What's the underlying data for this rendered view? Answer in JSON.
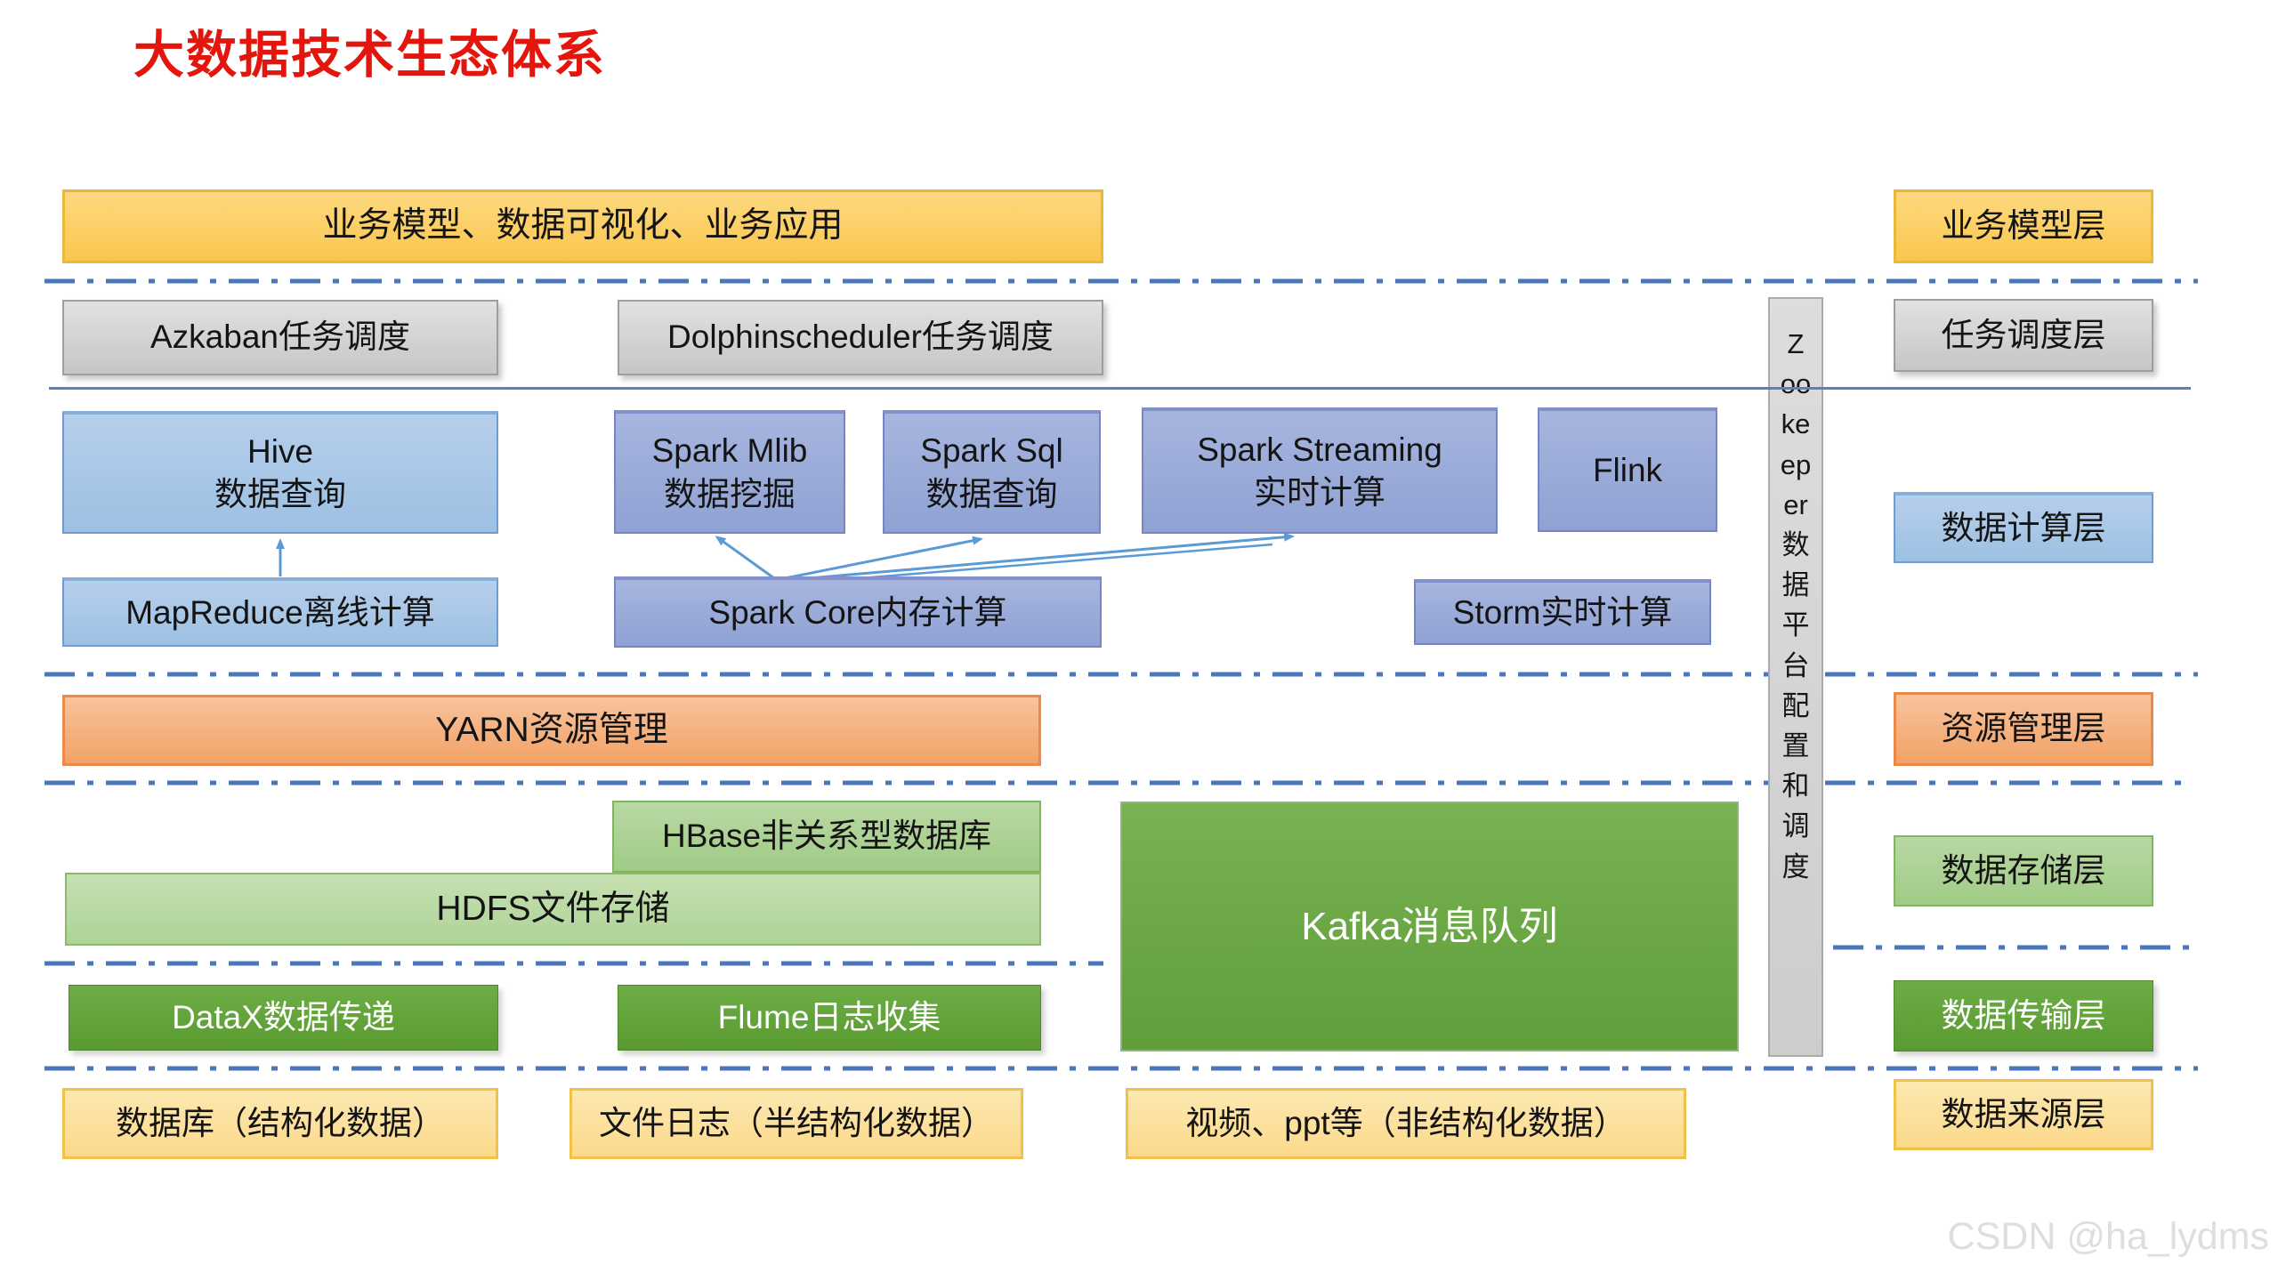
{
  "page": {
    "title": "大数据技术生态体系",
    "watermark": "CSDN @ha_lydms"
  },
  "rows": {
    "application": {
      "business_app": "业务模型、数据可视化、业务应用"
    },
    "scheduling": {
      "azkaban": "Azkaban任务调度",
      "dolphinscheduler": "Dolphinscheduler任务调度"
    },
    "compute": {
      "hive": {
        "line1": "Hive",
        "line2": "数据查询"
      },
      "spark_mlib": {
        "line1": "Spark Mlib",
        "line2": "数据挖掘"
      },
      "spark_sql": {
        "line1": "Spark Sql",
        "line2": "数据查询"
      },
      "spark_streaming": {
        "line1": "Spark Streaming",
        "line2": "实时计算"
      },
      "flink": "Flink",
      "mapreduce": "MapReduce离线计算",
      "spark_core": "Spark Core内存计算",
      "storm": "Storm实时计算"
    },
    "resource": {
      "yarn": "YARN资源管理"
    },
    "storage": {
      "hbase": "HBase非关系型数据库",
      "hdfs": "HDFS文件存储",
      "kafka": "Kafka消息队列"
    },
    "transport": {
      "datax": "DataX数据传递",
      "flume": "Flume日志收集"
    },
    "source": {
      "db": "数据库（结构化数据）",
      "file": "文件日志（半结构化数据）",
      "media": "视频、ppt等（非结构化数据）"
    }
  },
  "zookeeper": "Zookeeper数据平台配置和调度",
  "layer_labels": {
    "business": "业务模型层",
    "scheduling": "任务调度层",
    "compute": "数据计算层",
    "resource": "资源管理层",
    "storage": "数据存储层",
    "transport": "数据传输层",
    "source": "数据来源层"
  },
  "colors": {
    "title_red": "#e4150d",
    "separator_blue": "#4a77bb",
    "solid_line_blue": "#5b80ba",
    "arrow_blue": "#5b9bd5",
    "yellow": "#fbce5e",
    "yellow_light": "#fcdf9b",
    "gray": "#d2d2d2",
    "blue_light": "#aac7e6",
    "blue_periwinkle": "#97a8d8",
    "orange": "#f4ab75",
    "green_light": "#a8d08d",
    "green": "#61a73c",
    "watermark_gray": "#dedede"
  }
}
